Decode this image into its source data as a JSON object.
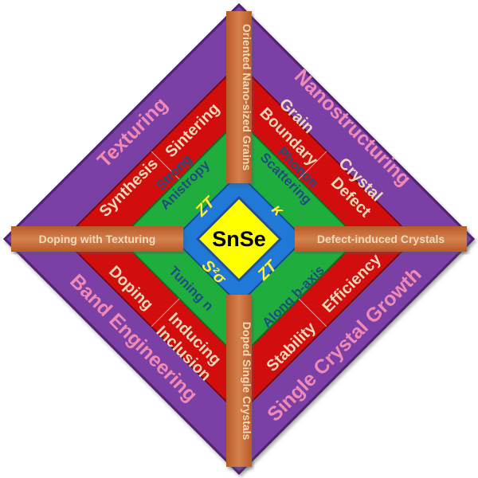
{
  "center": {
    "label": "SnSe"
  },
  "outer": {
    "top_left": "Texturing",
    "top_right": "Nanostructuring",
    "bottom_left": "Band Engineering",
    "bottom_right": "Single Crystal Growth"
  },
  "red": {
    "top_left_outer": "Synthesis",
    "top_left_inner": "Sintering",
    "top_right_a": "Grain",
    "top_right_b": "Boundary",
    "top_right_c": "Crystal",
    "top_right_d": "Defect",
    "bottom_left_a": "Doping",
    "bottom_left_b": "Inducing",
    "bottom_left_c": "Inclusion",
    "bottom_right_outer": "Stability",
    "bottom_right_inner": "Efficiency"
  },
  "green": {
    "top_left_a": "Strong",
    "top_left_b": "Anistropy",
    "top_right_a": "Phonon",
    "top_right_b": "Scattering",
    "bottom_left": "Tuning n",
    "bottom_right": "Along b-axis"
  },
  "blue": {
    "top_left": "ZT",
    "top_right": "κ",
    "bottom_left": "S²σ",
    "bottom_right": "ZT"
  },
  "bands": {
    "top": "Oriented Nano-sized Grains",
    "bottom": "Doped Single Crystals",
    "left": "Doping with Texturing",
    "right": "Defect-induced Crystals"
  },
  "colors": {
    "outer": "#7a3fa6",
    "red": "#d10d0d",
    "green": "#1fae3e",
    "blue": "#2079d6",
    "center": "#ffff00",
    "band": "#c76a36",
    "pink_text": "#f08ab4",
    "light_text": "#f3d9b7",
    "dark_text": "#1d4e7e",
    "blue_text": "#ffef33"
  }
}
